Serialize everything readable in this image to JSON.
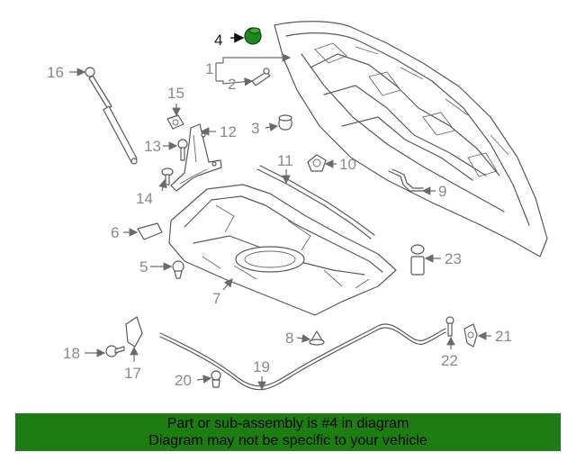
{
  "callouts": {
    "c1": "1",
    "c2": "2",
    "c3": "3",
    "c4": "4",
    "c5": "5",
    "c6": "6",
    "c7": "7",
    "c8": "8",
    "c9": "9",
    "c10": "10",
    "c11": "11",
    "c12": "12",
    "c13": "13",
    "c14": "14",
    "c15": "15",
    "c16": "16",
    "c17": "17",
    "c18": "18",
    "c19": "19",
    "c20": "20",
    "c21": "21",
    "c22": "22",
    "c23": "23"
  },
  "highlight": {
    "part_number": "4",
    "part_color": "#1e8a1e"
  },
  "banner": {
    "line1": "Part or sub-assembly is #4 in diagram",
    "line2": "Diagram may not be specific to your vehicle",
    "background_color": "#1e7d12"
  }
}
